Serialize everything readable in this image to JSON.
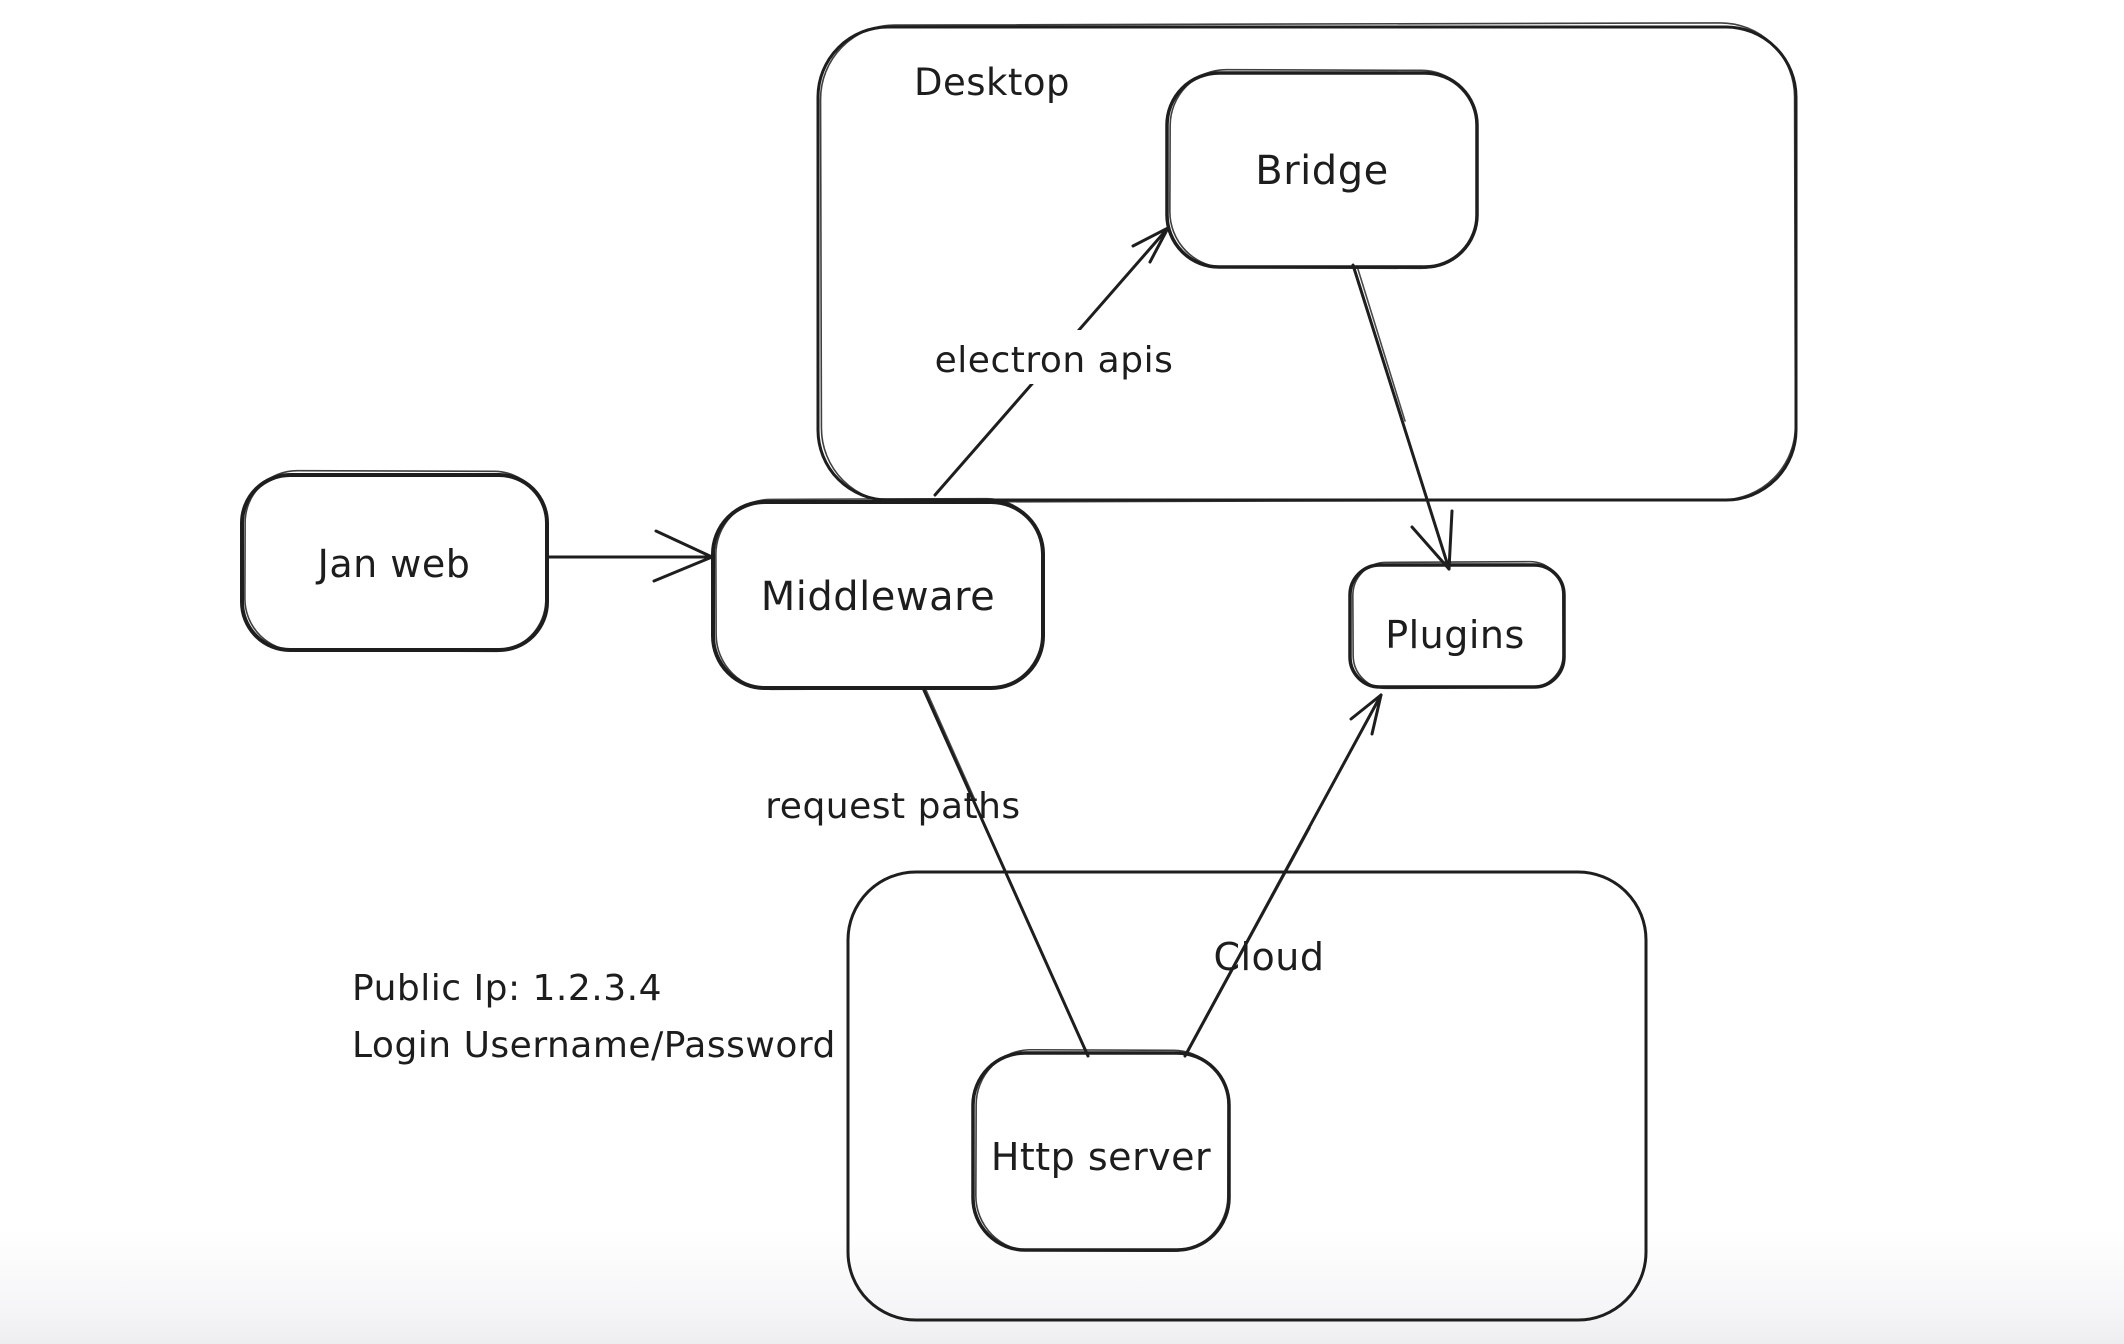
{
  "app": {
    "background": "#ffffff",
    "stroke_color": "#1e1e1e",
    "text_color": "#1d1d1d"
  },
  "containers": [
    {
      "id": "desktop",
      "label": "Desktop"
    },
    {
      "id": "cloud",
      "label": "Cloud"
    }
  ],
  "nodes": [
    {
      "id": "jan-web",
      "label": "Jan web"
    },
    {
      "id": "middleware",
      "label": "Middleware"
    },
    {
      "id": "bridge",
      "label": "Bridge"
    },
    {
      "id": "plugins",
      "label": "Plugins"
    },
    {
      "id": "http-server",
      "label": "Http server"
    }
  ],
  "edges": [
    {
      "id": "jan-web-to-middleware",
      "from": "Jan web",
      "to": "Middleware",
      "label": "",
      "arrowhead": "open-chevron"
    },
    {
      "id": "middleware-to-bridge",
      "from": "Middleware",
      "to": "Bridge",
      "label": "electron apis",
      "arrowhead": "arrow"
    },
    {
      "id": "bridge-to-plugins",
      "from": "Bridge",
      "to": "Plugins",
      "label": "",
      "arrowhead": "arrow"
    },
    {
      "id": "middleware-to-http-server",
      "from": "Middleware",
      "to": "Http server",
      "label": "request paths",
      "arrowhead": "none"
    },
    {
      "id": "http-server-to-plugins",
      "from": "Http server",
      "to": "Plugins",
      "label": "",
      "arrowhead": "arrow"
    }
  ],
  "annotations": [
    {
      "id": "public-ip",
      "text": "Public Ip: 1.2.3.4"
    },
    {
      "id": "login",
      "text": "Login Username/Password"
    }
  ]
}
